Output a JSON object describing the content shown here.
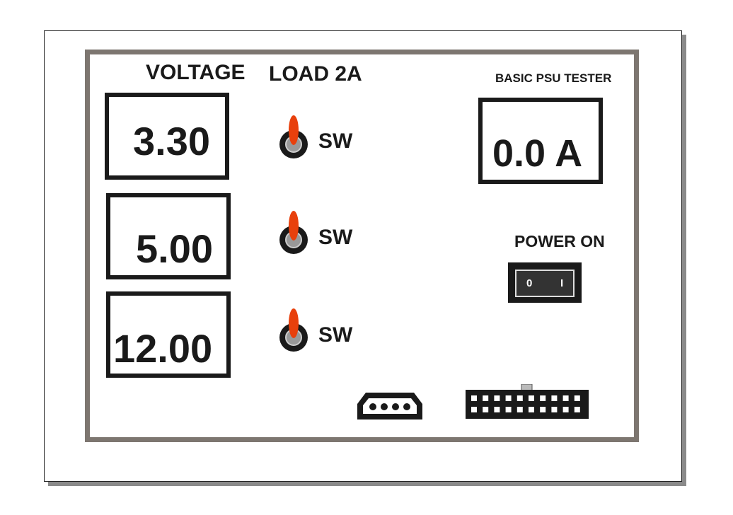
{
  "header": {
    "voltage": "VOLTAGE",
    "load": "LOAD 2A",
    "brand": "BASIC PSU TESTER"
  },
  "displays": [
    {
      "value": "3.30"
    },
    {
      "value": "5.00"
    },
    {
      "value": "12.00"
    }
  ],
  "switches": [
    {
      "label": "SW"
    },
    {
      "label": "SW"
    },
    {
      "label": "SW"
    }
  ],
  "ammeter": {
    "value": "0.0 A"
  },
  "power": {
    "label": "POWER ON",
    "off": "0",
    "on": "I"
  },
  "colors": {
    "toggle": "#e8400c",
    "frame": "#7d7670"
  }
}
